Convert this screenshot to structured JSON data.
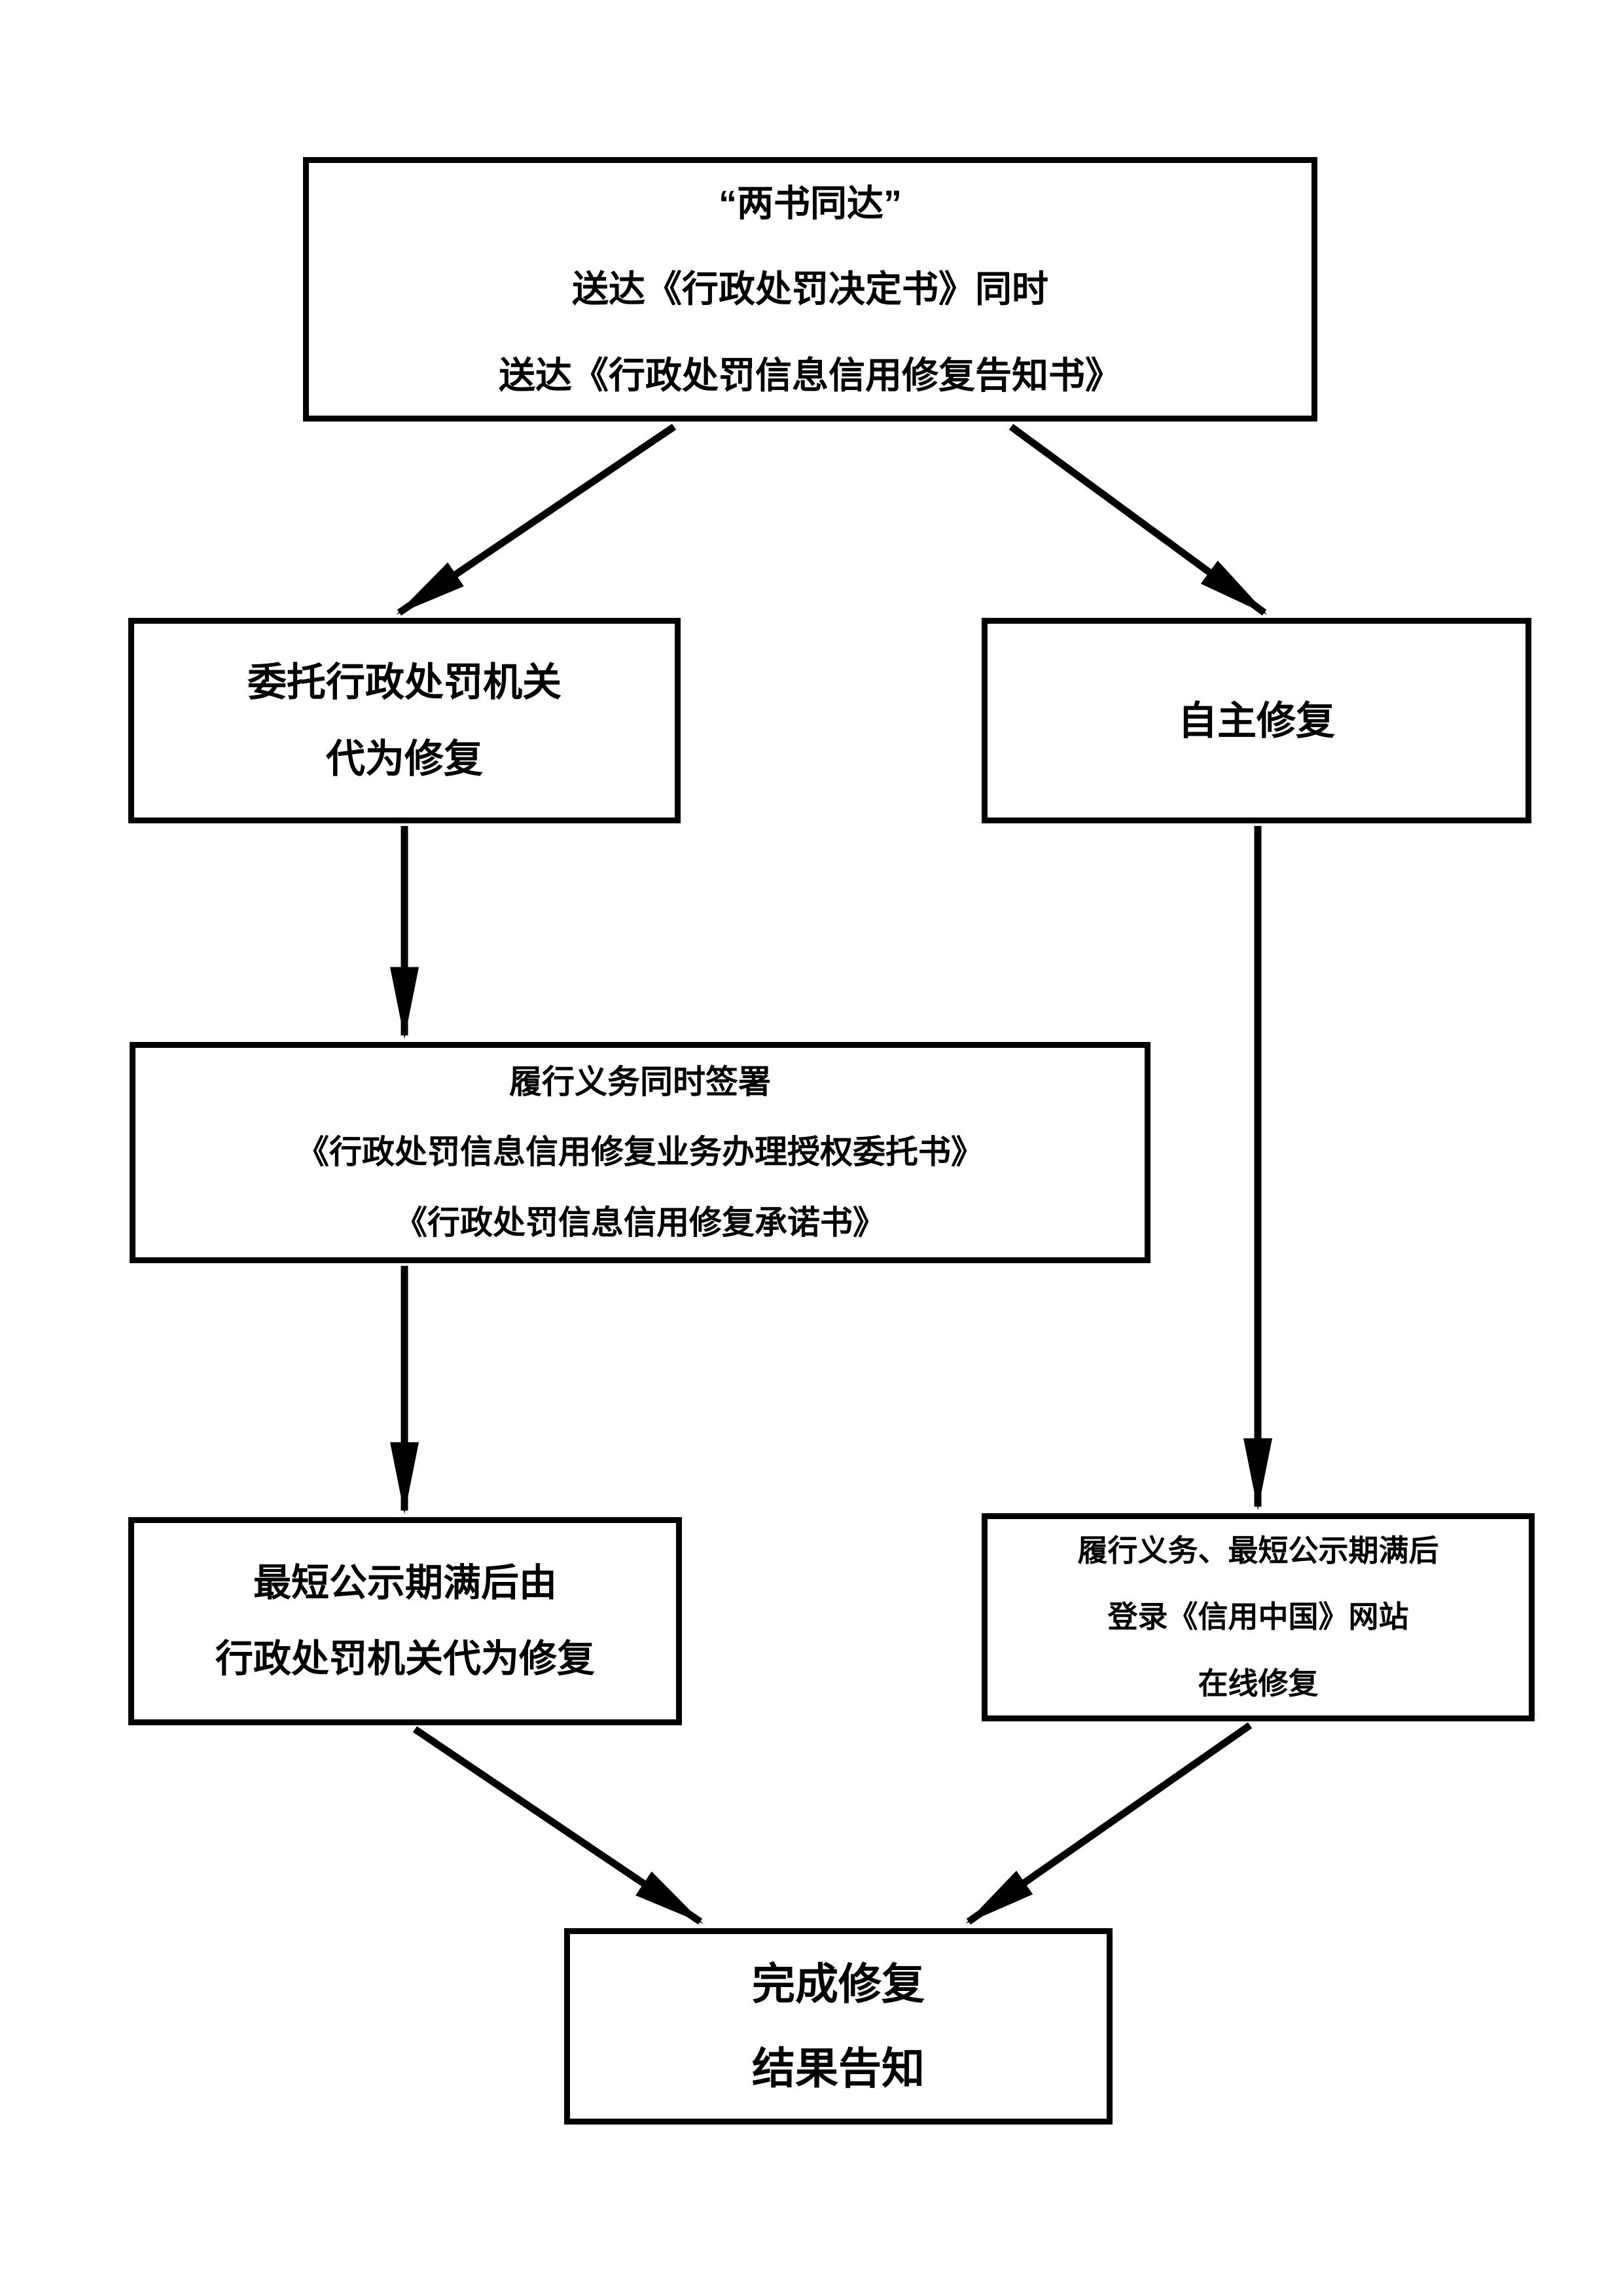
{
  "diagram": {
    "type": "flowchart",
    "background_color": "#ffffff",
    "stroke_color": "#000000",
    "nodes": {
      "start": {
        "lines": [
          "“两书同达”",
          "送达《行政处罚决定书》同时",
          "送达《行政处罚信息信用修复告知书》"
        ]
      },
      "entrust": {
        "lines": [
          "委托行政处罚机关",
          "代为修复"
        ]
      },
      "self": {
        "lines": [
          "自主修复"
        ]
      },
      "sign": {
        "lines": [
          "履行义务同时签署",
          "《行政处罚信息信用修复业务办理授权委托书》",
          "《行政处罚信息信用修复承诺书》"
        ]
      },
      "agency": {
        "lines": [
          "最短公示期满后由",
          "行政处罚机关代为修复"
        ]
      },
      "online": {
        "lines": [
          "履行义务、最短公示期满后",
          "登录《信用中国》网站",
          "在线修复"
        ]
      },
      "finish": {
        "lines": [
          "完成修复",
          "结果告知"
        ]
      }
    },
    "edges": [
      {
        "from": "start",
        "to": "entrust"
      },
      {
        "from": "start",
        "to": "self"
      },
      {
        "from": "entrust",
        "to": "sign"
      },
      {
        "from": "sign",
        "to": "agency"
      },
      {
        "from": "self",
        "to": "online"
      },
      {
        "from": "agency",
        "to": "finish"
      },
      {
        "from": "online",
        "to": "finish"
      }
    ]
  }
}
